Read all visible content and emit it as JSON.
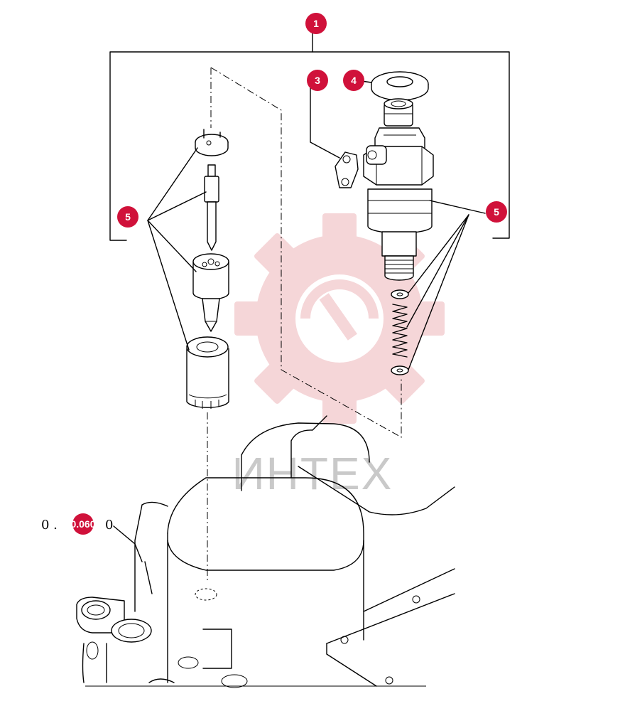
{
  "watermark": {
    "text": "ИНТЕХ",
    "color": "#f2c7cb"
  },
  "callouts": [
    {
      "id": "callout-1",
      "label": "1"
    },
    {
      "id": "callout-3",
      "label": "3"
    },
    {
      "id": "callout-4",
      "label": "4"
    },
    {
      "id": "callout-5-left",
      "label": "5"
    },
    {
      "id": "callout-5-right",
      "label": "5"
    }
  ],
  "reference": {
    "prefix": "0 .",
    "code": "0.060",
    "suffix": "0"
  },
  "colors": {
    "callout": "#d0113a",
    "line": "#000000"
  }
}
